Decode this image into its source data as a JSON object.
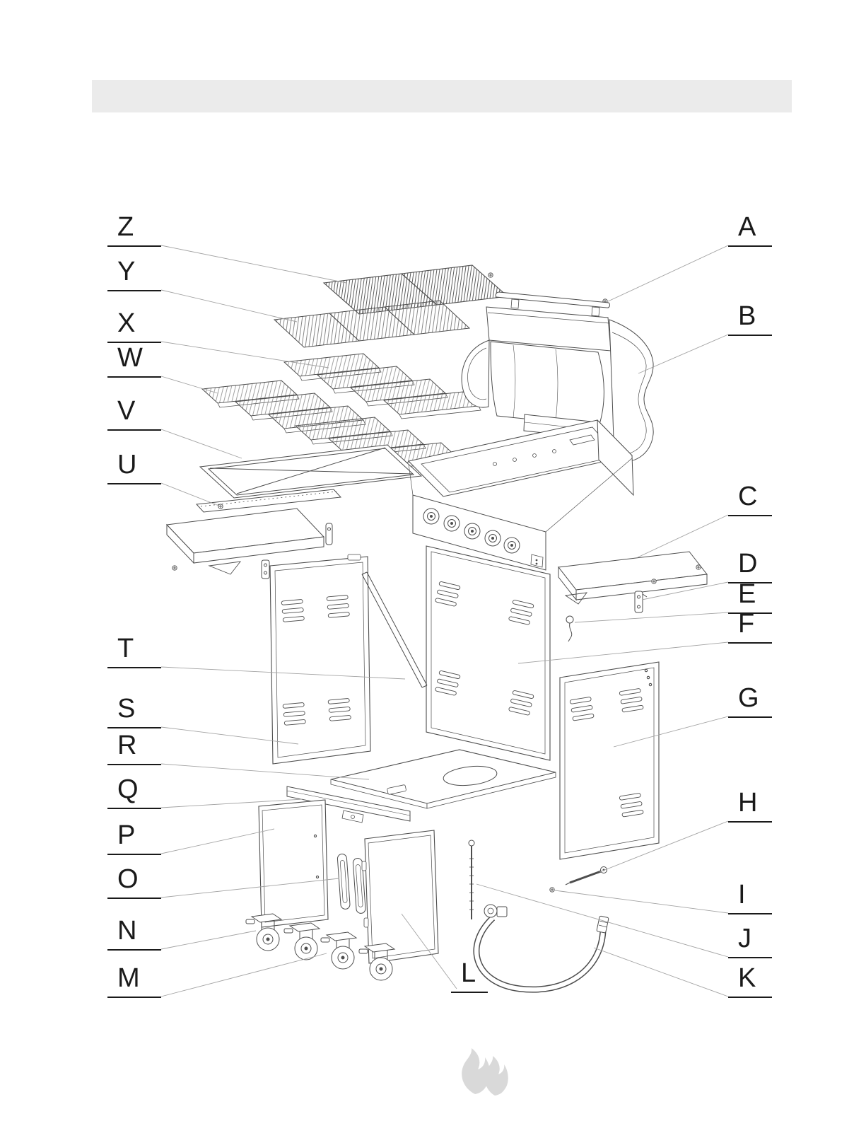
{
  "page": {
    "background_color": "#ffffff",
    "header_bar_color": "#ebebeb",
    "line_color": "#4d4d4d",
    "leader_line_color": "#a3a3a3",
    "label_text_color": "#1a1a1a",
    "logo_color": "#d9d9d9"
  },
  "labels": [
    {
      "letter": "Z"
    },
    {
      "letter": "Y"
    },
    {
      "letter": "X"
    },
    {
      "letter": "W"
    },
    {
      "letter": "V"
    },
    {
      "letter": "U"
    },
    {
      "letter": "T"
    },
    {
      "letter": "S"
    },
    {
      "letter": "R"
    },
    {
      "letter": "Q"
    },
    {
      "letter": "P"
    },
    {
      "letter": "O"
    },
    {
      "letter": "N"
    },
    {
      "letter": "M"
    },
    {
      "letter": "A"
    },
    {
      "letter": "B"
    },
    {
      "letter": "C"
    },
    {
      "letter": "D"
    },
    {
      "letter": "E"
    },
    {
      "letter": "F"
    },
    {
      "letter": "G"
    },
    {
      "letter": "H"
    },
    {
      "letter": "I"
    },
    {
      "letter": "J"
    },
    {
      "letter": "K"
    },
    {
      "letter": "L"
    }
  ]
}
